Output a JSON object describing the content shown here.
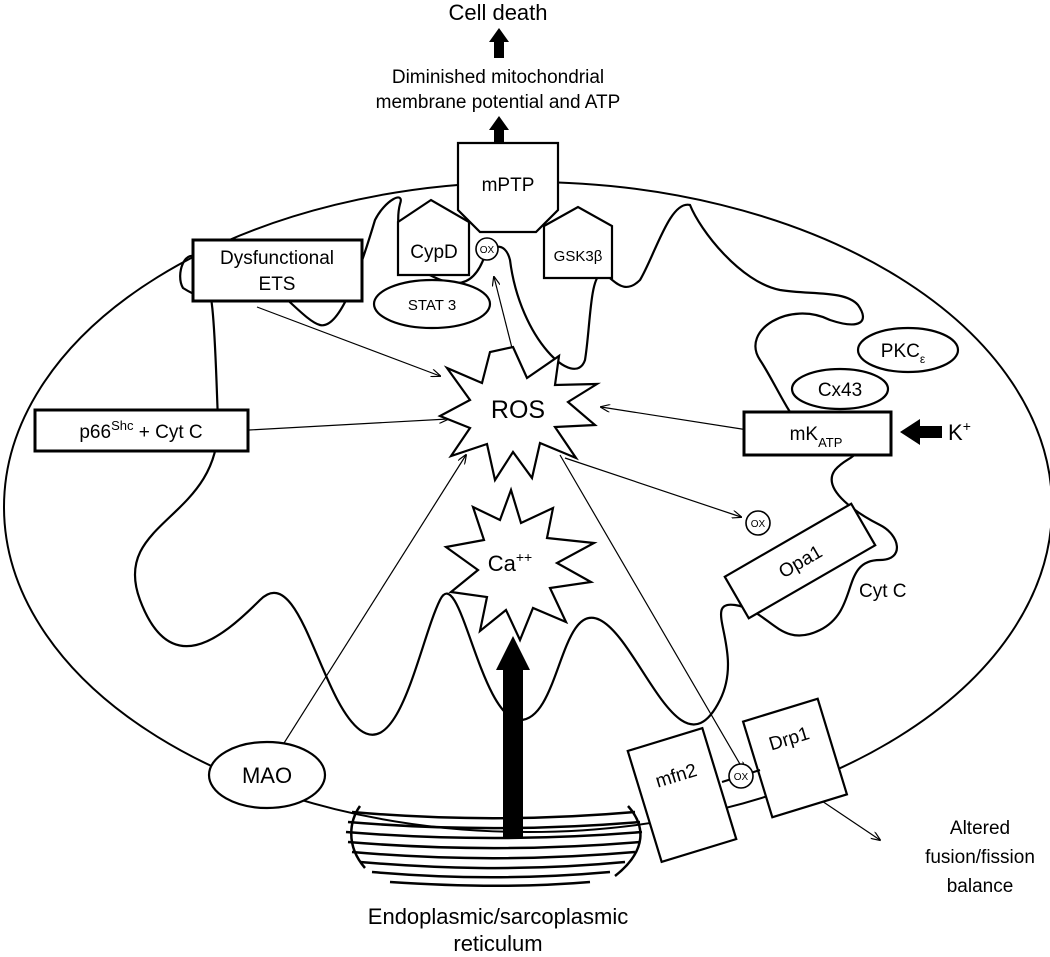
{
  "top": {
    "cell_death": "Cell death",
    "diminished_line1": "Diminished mitochondrial",
    "diminished_line2": "membrane potential and ATP"
  },
  "nodes": {
    "mptp": "mPTP",
    "cypd": "CypD",
    "ox": "OX",
    "gsk3b": "GSK3β",
    "stat3": "STAT 3",
    "dysfunctional_line1": "Dysfunctional",
    "dysfunctional_line2": "ETS",
    "ros": "ROS",
    "p66_main": "p66",
    "p66_sup": "Shc",
    "p66_rest": " + Cyt C",
    "pkc_main": "PKC",
    "pkc_sub": "ε",
    "cx43": "Cx43",
    "mkatp_main": "mK",
    "mkatp_sub": "ATP",
    "k_main": "K",
    "k_sup": "+",
    "ca_main": "Ca",
    "ca_sup": "++",
    "opa1": "Opa1",
    "cytc": "Cyt C",
    "mao": "MAO",
    "mfn2": "mfn2",
    "drp1": "Drp1"
  },
  "bottom": {
    "er_line1": "Endoplasmic/sarcoplasmic",
    "er_line2": "reticulum",
    "altered_line1": "Altered",
    "altered_line2": "fusion/fission",
    "altered_line3": "balance"
  },
  "colors": {
    "stroke": "#000000",
    "fill": "#ffffff"
  }
}
